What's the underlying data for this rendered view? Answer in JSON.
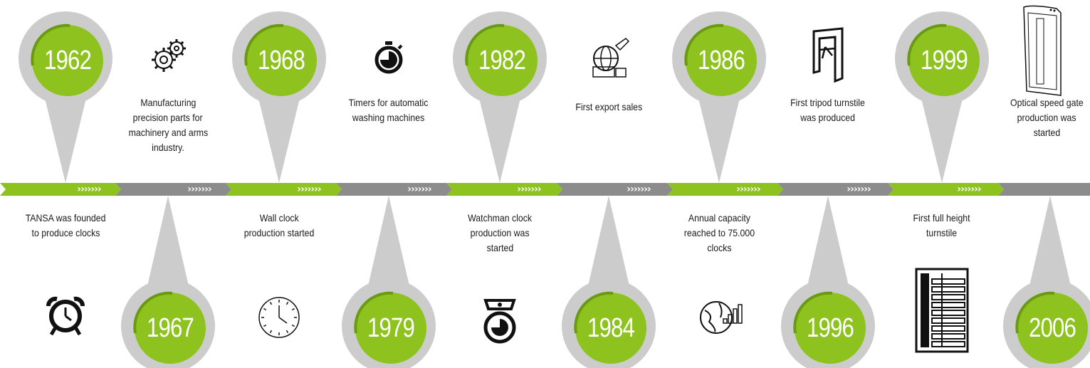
{
  "colors": {
    "green": "#8dc21f",
    "gray": "#8c8c8c",
    "pin_gray": "#cccccc",
    "text": "#1a1a1a"
  },
  "milestones": [
    {
      "year": "1962",
      "caption": "TANSA was founded\nto produce clocks",
      "icon": "alarm-clock-icon"
    },
    {
      "year": "1967",
      "caption": "Manufacturing\nprecision parts for\nmachinery and arms\nindustry.",
      "icon": "gears-icon"
    },
    {
      "year": "1968",
      "caption": "Wall clock\nproduction started",
      "icon": "wall-clock-icon"
    },
    {
      "year": "1979",
      "caption": "Timers for automatic\nwashing machines",
      "icon": "stopwatch-icon"
    },
    {
      "year": "1982",
      "caption": "Watchman clock\nproduction was\nstarted",
      "icon": "watchman-clock-icon"
    },
    {
      "year": "1984",
      "caption": "First export sales",
      "icon": "globe-export-icon"
    },
    {
      "year": "1986",
      "caption": "Annual capacity\nreached to 75.000\nclocks",
      "icon": "globe-chart-icon"
    },
    {
      "year": "1996",
      "caption": "First tripod turnstile\nwas produced",
      "icon": "tripod-turnstile-icon"
    },
    {
      "year": "1999",
      "caption": "First full height\nturnstile",
      "icon": "full-height-turnstile-icon"
    },
    {
      "year": "2006",
      "caption": "Optical speed gate\nproduction was\nstarted",
      "icon": "speed-gate-icon"
    }
  ],
  "timeline_arrows": "›››››››"
}
